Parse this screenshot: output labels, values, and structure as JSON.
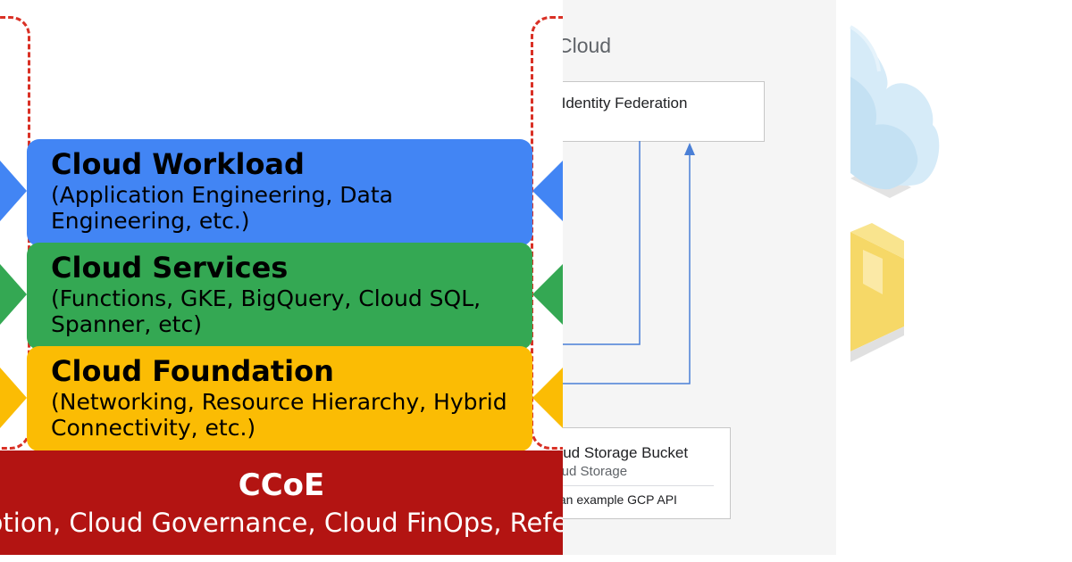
{
  "ccoe_diagram": {
    "layers": [
      {
        "title": "Cloud Workload",
        "description": "(Application Engineering, Data Engineering, etc.)",
        "color": "#4285f4"
      },
      {
        "title": "Cloud Services",
        "description": "(Functions, GKE, BigQuery, Cloud SQL, Spanner, etc)",
        "color": "#34a853"
      },
      {
        "title": "Cloud Foundation",
        "description": "(Networking, Resource Hierarchy, Hybrid Connectivity, etc.)",
        "color": "#fbbc04"
      }
    ],
    "ccoe": {
      "title": "CCoE",
      "subtitle": "ption, Cloud Governance, Cloud FinOps, Refe",
      "color": "#b31412"
    },
    "frame_color": "#d93025"
  },
  "architecture": {
    "section_label": "Cloud",
    "federation_box": "ad Identity Federation",
    "bucket": {
      "title": "loud Storage Bucket",
      "subtitle": "loud Storage",
      "note": "s an example GCP API"
    },
    "line_color": "#4a7fd6"
  },
  "icons": {
    "cloud": "cloud-icon",
    "box": "storage-box-icon"
  }
}
